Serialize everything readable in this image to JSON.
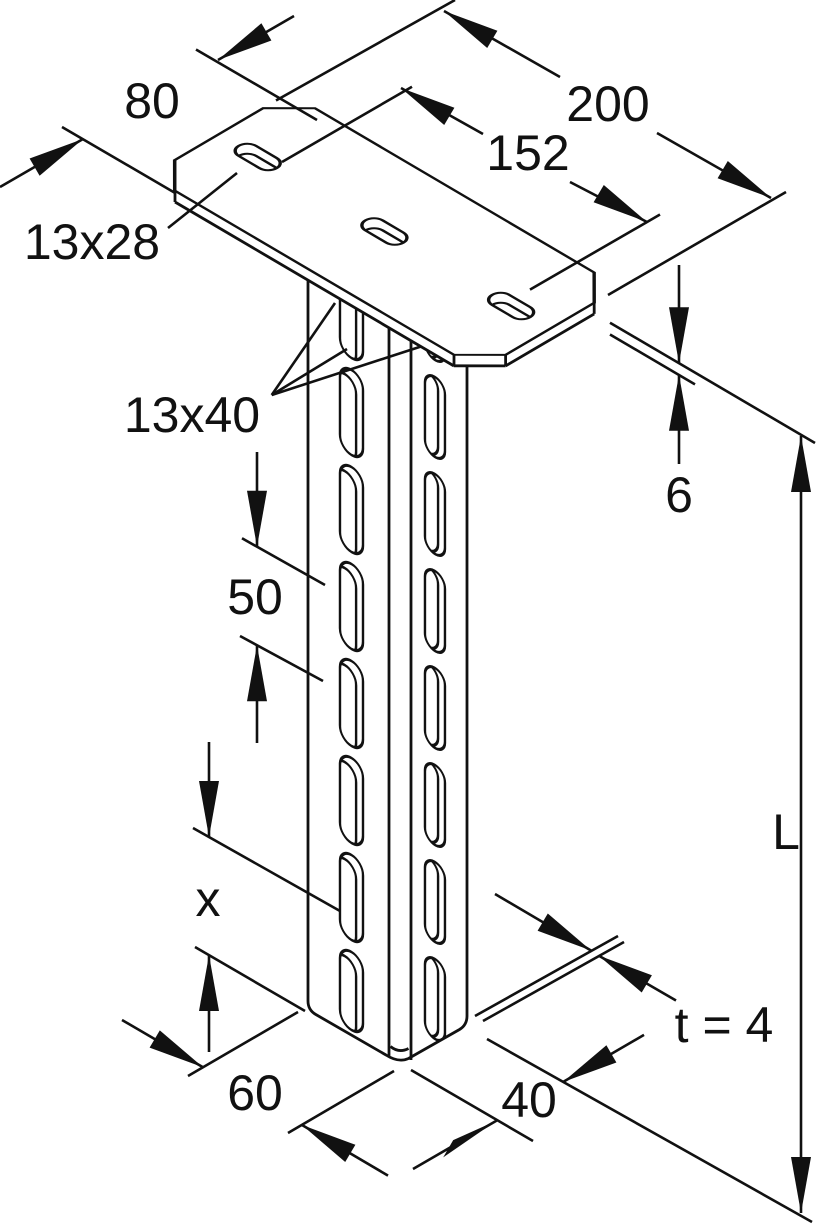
{
  "drawing": {
    "labels": {
      "plate_width": "80",
      "plate_length": "200",
      "plate_hole_spacing": "152",
      "plate_slot_size": "13x28",
      "channel_slot_size": "13x40",
      "plate_thickness": "6",
      "slot_pitch": "50",
      "variable_length": "x",
      "total_length": "L",
      "channel_width": "60",
      "channel_depth": "40",
      "wall_thickness": "t = 4"
    },
    "colors": {
      "line": "#111111",
      "background": "#ffffff"
    }
  }
}
